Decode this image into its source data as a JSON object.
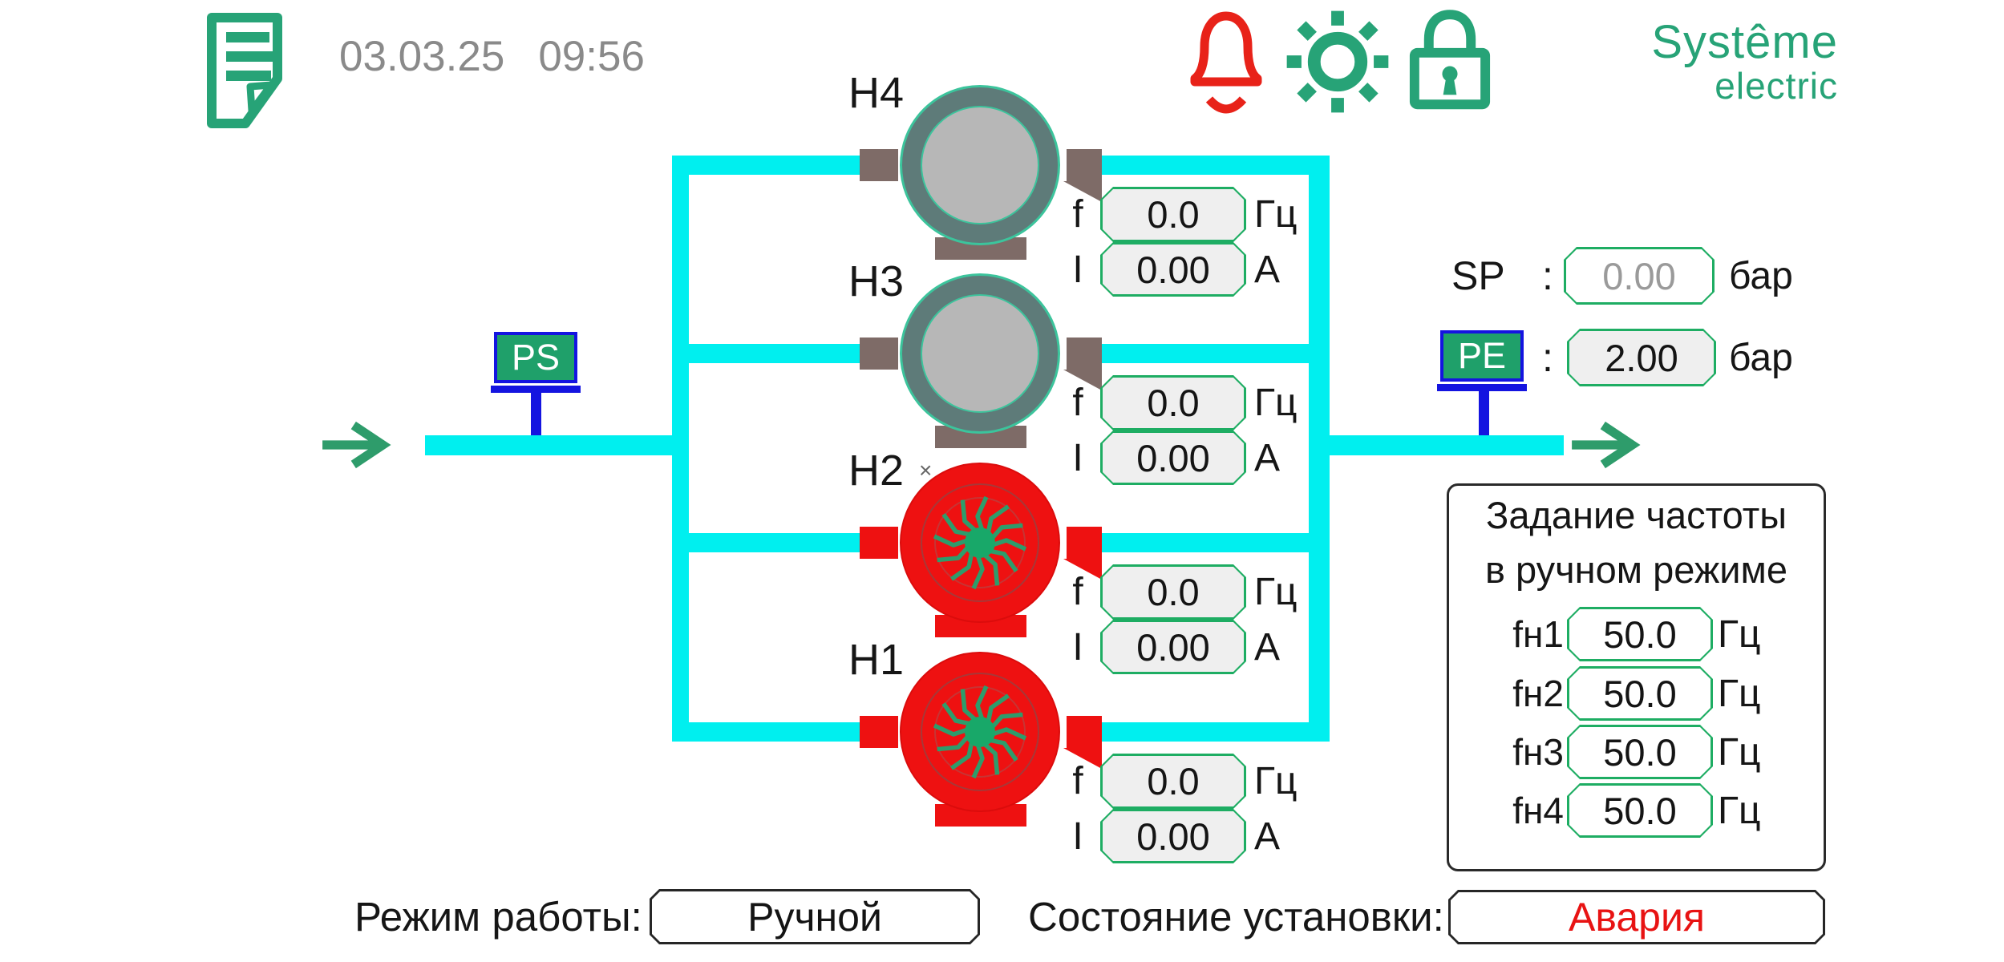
{
  "colors": {
    "brand_green": "#27A377",
    "alarm_red": "#E82219",
    "pipe_cyan": "#00EFEF",
    "sensor_fill_green": "#1FA06A",
    "sensor_border_blue": "#1414E0",
    "value_box_border_green": "#1EAD63",
    "value_box_fill": "#EFEFEF",
    "pump_idle_ring": "#5E7B79",
    "pump_idle_core": "#B7B7B7",
    "pump_hardware_gray": "#7E6B67",
    "pump_fault_red": "#EE1111",
    "impeller_green": "#2E9C6B",
    "fault_text_red": "#E81313",
    "datetime_gray": "#8A8A8A",
    "sp_value_gray": "#9A9A9A"
  },
  "header": {
    "date": "03.03.25",
    "time": "09:56",
    "logo_line1": "Systême",
    "logo_line2": "electric"
  },
  "pumps": [
    {
      "label": "H4",
      "body_color": "#5E7B79",
      "f_label": "f",
      "f_value": "0.0",
      "f_unit": "Гц",
      "i_label": "I",
      "i_value": "0.00",
      "i_unit": "А"
    },
    {
      "label": "H3",
      "body_color": "#5E7B79",
      "f_label": "f",
      "f_value": "0.0",
      "f_unit": "Гц",
      "i_label": "I",
      "i_value": "0.00",
      "i_unit": "А"
    },
    {
      "label": "H2",
      "body_color": "#EE1111",
      "f_label": "f",
      "f_value": "0.0",
      "f_unit": "Гц",
      "i_label": "I",
      "i_value": "0.00",
      "i_unit": "А"
    },
    {
      "label": "H1",
      "body_color": "#EE1111",
      "f_label": "f",
      "f_value": "0.0",
      "f_unit": "Гц",
      "i_label": "I",
      "i_value": "0.00",
      "i_unit": "А"
    }
  ],
  "sensors": {
    "inlet_label": "PS",
    "outlet_label": "PE"
  },
  "pressure": {
    "sp_label": "SP",
    "colon": ":",
    "sp_value": "0.00",
    "sp_unit": "бар",
    "pe_value": "2.00",
    "pe_unit": "бар"
  },
  "manual_panel": {
    "title_line1": "Задание частоты",
    "title_line2": "в ручном режиме",
    "rows": [
      {
        "label": "fн1",
        "value": "50.0",
        "unit": "Гц"
      },
      {
        "label": "fн2",
        "value": "50.0",
        "unit": "Гц"
      },
      {
        "label": "fн3",
        "value": "50.0",
        "unit": "Гц"
      },
      {
        "label": "fн4",
        "value": "50.0",
        "unit": "Гц"
      }
    ]
  },
  "footer": {
    "mode_label": "Режим работы:",
    "mode_value": "Ручной",
    "state_label": "Состояние установки:",
    "state_value": "Авария"
  },
  "cursor_artifact": "×"
}
